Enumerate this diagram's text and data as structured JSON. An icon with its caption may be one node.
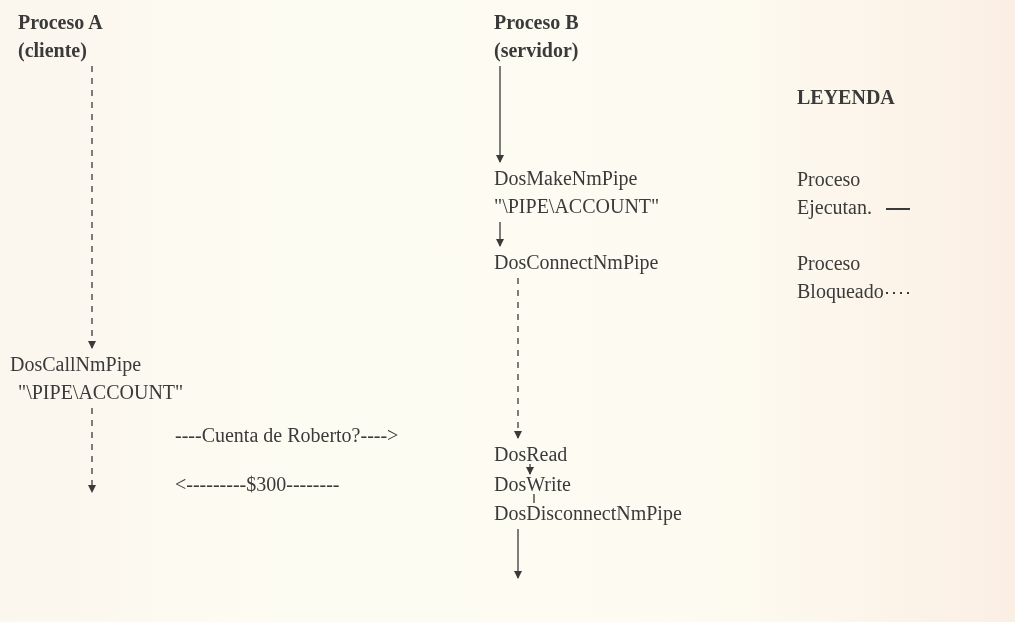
{
  "diagram": {
    "nodes": [
      {
        "text": [
          "Proceso A",
          "(cliente)"
        ]
      },
      {
        "text": [
          "Proceso  B",
          "(servidor)"
        ]
      },
      {
        "text": [
          "DosMakeNmPipe",
          "\"\\PIPE\\ACCOUNT\""
        ]
      },
      {
        "text": [
          "DosConnectNmPipe"
        ]
      },
      {
        "text": [
          "DosCallNmPipe",
          "\"\\PIPE\\ACCOUNT\""
        ]
      },
      {
        "text": [
          "DosRead"
        ]
      },
      {
        "text": [
          "DosWrite"
        ]
      },
      {
        "text": [
          "DosDisconnectNmPipe"
        ]
      }
    ],
    "edges": [
      {
        "from": 0,
        "to": 4,
        "arrow": "to",
        "style": "dashed"
      },
      {
        "from": 1,
        "to": 2,
        "arrow": "to"
      },
      {
        "from": 2,
        "to": 3,
        "arrow": "to"
      },
      {
        "from": 3,
        "to": 5,
        "arrow": "to",
        "style": "dashed"
      },
      {
        "from": 5,
        "to": 6,
        "arrow": "to"
      },
      {
        "from": 6,
        "to": 7,
        "arrow": "none"
      },
      {
        "from": 4,
        "to": null,
        "arrow": "to",
        "style": "dashed"
      },
      {
        "from": 7,
        "to": null,
        "arrow": "to"
      }
    ],
    "labels": [
      "LEYENDA",
      "----Cuenta de Roberto?---->",
      "<---------$300--------"
    ],
    "legend": [
      {
        "text": "Proceso Ejecutan."
      },
      {
        "text": "Proceso Bloqueado"
      }
    ]
  }
}
